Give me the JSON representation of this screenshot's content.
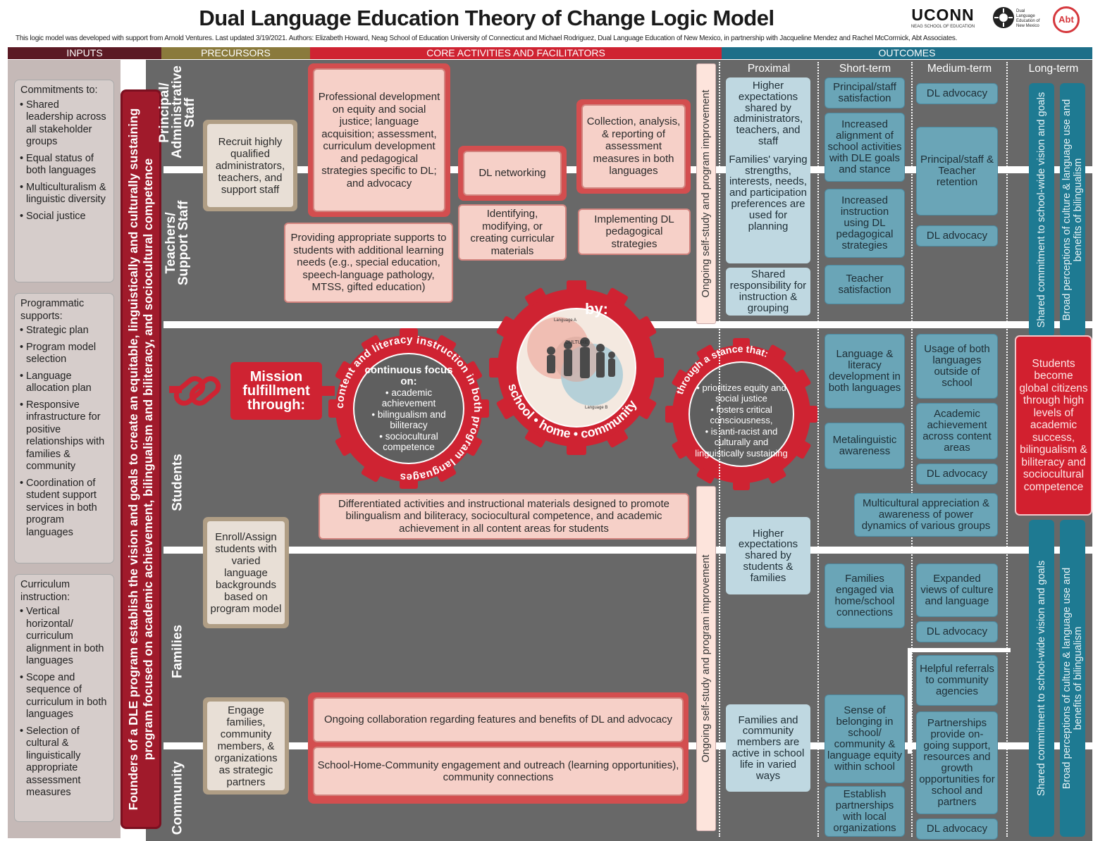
{
  "title": "Dual Language Education Theory of Change Logic Model",
  "subtitle": "This logic model was developed with support from Arnold Ventures. Last updated 3/19/2021. Authors: Elizabeth Howard, Neag School of Education University of Connecticut and Michael Rodriguez, Dual Language Education of New Mexico, in partnership with Jacqueline Mendez and Rachel McCormick, Abt Associates.",
  "logos": {
    "uconn": "UCONN",
    "uconn_sub": "NEAG SCHOOL OF EDUCATION",
    "dle": "Dual Language Education of New Mexico",
    "abt": "Abt"
  },
  "colors": {
    "inputs": "#5b1a24",
    "precursors": "#8a7a3c",
    "core": "#cf2332",
    "outcomes": "#1e6f89",
    "panel": "#686868"
  },
  "headers": {
    "inputs": "INPUTS",
    "precursors": "PRECURSORS",
    "core": "CORE ACTIVITIES AND FACILITATORS",
    "outcomes": "OUTCOMES"
  },
  "inputs": {
    "commitments": {
      "heading": "Commitments to:",
      "items": [
        "Shared leadership across all stakeholder groups",
        "Equal status of both languages",
        "Multiculturalism & linguistic diversity",
        "Social justice"
      ]
    },
    "programmatic": {
      "heading": "Programmatic supports:",
      "items": [
        "Strategic plan",
        "Program model selection",
        "Language allocation plan",
        "Responsive infrastructure for positive relationships with families & community",
        "Coordination of student support services in both program languages"
      ]
    },
    "curriculum": {
      "heading": "Curriculum instruction:",
      "items": [
        "Vertical horizontal/ curriculum alignment in both languages",
        "Scope and sequence of curriculum in both languages",
        "Selection of cultural & linguistically appropriate assessment measures"
      ]
    }
  },
  "founders": "Founders of a DLE program establish the vision and goals to create an equitable, linguistically and culturally sustaining program focused on academic achievement, bilingualism and biliteracy, and sociocultural competence",
  "rows": {
    "admin": "Principal/ Administrative Staff",
    "teachers": "Teachers/ Support Staff",
    "students": "Students",
    "families": "Families",
    "community": "Community"
  },
  "precursors": {
    "recruit": "Recruit highly qualified administrators, teachers, and support staff",
    "enroll": "Enroll/Assign students with varied language backgrounds based on program model",
    "engage": "Engage families, community members, & organizations as strategic partners"
  },
  "core": {
    "pd": "Professional development on equity and social justice; language acquisition; assessment, curriculum development and pedagogical strategies specific to DL; and advocacy",
    "networking": "DL networking",
    "collection": "Collection, analysis, & reporting of assessment measures in both languages",
    "supports": "Providing appropriate supports to students with additional learning needs (e.g., special education, speech-language pathology, MTSS, gifted education)",
    "materials": "Identifying, modifying, or creating curricular materials",
    "implementing": "Implementing DL pedagogical strategies",
    "mission": "Mission fulfillment through:",
    "gear1_ring": "content and literacy instruction in both program languages",
    "gear1_title": "continuous focus on:",
    "gear1_items": [
      "• academic achievement",
      "• bilingualism and biliteracy",
      "• sociocultural competence"
    ],
    "gear2_by": "by:",
    "gear2_ring": "school • home • community",
    "gear2_lang_a": "Language A",
    "gear2_culture": "CULTURE",
    "gear2_lang_b": "Language B",
    "gear3_ring": "through a stance that:",
    "gear3_items": [
      "• prioritizes equity and social justice",
      "• fosters critical consciousness,",
      "• is anti-racist and culturally and linguistically sustaining"
    ],
    "differentiated": "Differentiated activities and instructional materials designed to promote bilingualism and biliteracy, sociocultural competence, and academic achievement in all content areas for students",
    "collaboration": "Ongoing collaboration regarding features and benefits of DL and advocacy",
    "engagement": "School-Home-Community engagement and outreach (learning opportunities), community connections",
    "improvement": "Ongoing self-study and program improvement"
  },
  "outcome_heads": {
    "proximal": "Proximal",
    "short": "Short-term",
    "medium": "Medium-term",
    "long": "Long-term"
  },
  "proximal": {
    "top": [
      "Higher expectations shared by administrators, teachers, and staff",
      "Families' varying strengths, interests, needs, and participation preferences are used for planning"
    ],
    "shared": "Shared responsibility for instruction & grouping",
    "students": "Higher expectations shared by students & families",
    "families": "Families and community members are active in school life in varied ways"
  },
  "short": {
    "satisfaction": "Principal/staff satisfaction",
    "alignment": "Increased alignment of school activities with DLE goals and stance",
    "instruction": "Increased instruction using DL pedagogical strategies",
    "teacher": "Teacher satisfaction",
    "literacy": "Language & literacy development in both languages",
    "metalinguistic": "Metalinguistic awareness",
    "engaged": "Families engaged via home/school connections",
    "belonging": "Sense of belonging in school/ community & language equity within school",
    "partnerships": "Establish partnerships with local organizations"
  },
  "medium": {
    "advocacy1": "DL advocacy",
    "retention": "Principal/staff & Teacher retention",
    "advocacy2": "DL advocacy",
    "usage": "Usage of both languages outside of school",
    "academic": "Academic achievement across content areas",
    "advocacy3": "DL advocacy",
    "multicultural": "Multicultural appreciation & awareness of power dynamics of various groups",
    "expanded": "Expanded views of culture and language",
    "advocacy4": "DL advocacy",
    "referrals": "Helpful referrals to community agencies",
    "partnerships": "Partnerships provide on-going support, resources and growth opportunities for school and partners",
    "advocacy5": "DL advocacy"
  },
  "long": {
    "commitment": "Shared commitment to school-wide vision and goals",
    "perceptions": "Broad perceptions of culture & language use and benefits of bilingualism",
    "students": "Students become global citizens through high levels of academic success, bilingualism & biliteracy and sociocultural competence"
  }
}
